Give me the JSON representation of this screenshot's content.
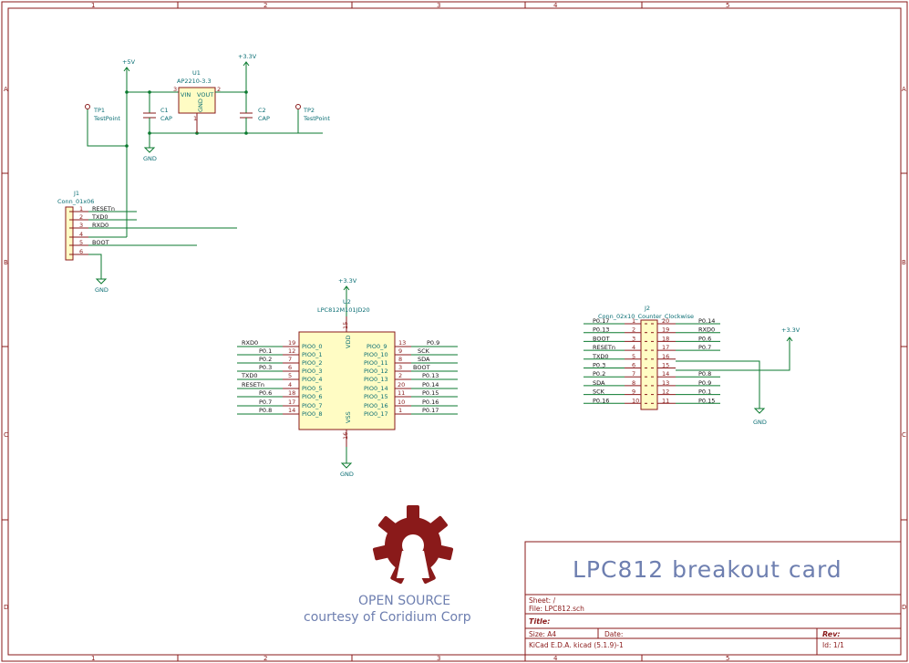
{
  "frame": {
    "col_labels": [
      "1",
      "2",
      "3",
      "4",
      "5"
    ],
    "row_labels": [
      "A",
      "B",
      "C",
      "D"
    ]
  },
  "power": {
    "p5v": "+5V",
    "p33_a": "+3.3V",
    "p33_b": "+3.3V",
    "p33_c": "+3.3V",
    "gnd_a": "GND",
    "gnd_b": "GND",
    "gnd_c": "GND",
    "gnd_d": "GND"
  },
  "u1": {
    "ref": "U1",
    "value": "AP2210-3.3",
    "pin_vin": "VIN",
    "pin_vout": "VOUT",
    "pin_gnd": "GND",
    "num_vin": "3",
    "num_vout": "2",
    "num_gnd": "1"
  },
  "caps": [
    {
      "ref": "C1",
      "value": "CAP"
    },
    {
      "ref": "C2",
      "value": "CAP"
    }
  ],
  "testpoints": [
    {
      "ref": "TP1",
      "value": "TestPoint"
    },
    {
      "ref": "TP2",
      "value": "TestPoint"
    }
  ],
  "j1": {
    "ref": "J1",
    "value": "Conn_01x06",
    "pins": [
      {
        "num": "1",
        "net": "RESETn"
      },
      {
        "num": "2",
        "net": "TXD0"
      },
      {
        "num": "3",
        "net": "RXD0"
      },
      {
        "num": "4",
        "net": ""
      },
      {
        "num": "5",
        "net": "BOOT"
      },
      {
        "num": "6",
        "net": ""
      }
    ]
  },
  "u2": {
    "ref": "U2",
    "value": "LPC812M101JD20",
    "vdd": {
      "name": "VDD",
      "num": "15"
    },
    "vss": {
      "name": "VSS",
      "num": "16"
    },
    "left_pins": [
      {
        "net": "RXD0",
        "num": "19",
        "name": "PIO0_0"
      },
      {
        "net": "P0.1",
        "num": "12",
        "name": "PIO0_1"
      },
      {
        "net": "P0.2",
        "num": "7",
        "name": "PIO0_2"
      },
      {
        "net": "P0.3",
        "num": "6",
        "name": "PIO0_3"
      },
      {
        "net": "TXD0",
        "num": "5",
        "name": "PIO0_4"
      },
      {
        "net": "RESETn",
        "num": "4",
        "name": "PIO0_5"
      },
      {
        "net": "P0.6",
        "num": "18",
        "name": "PIO0_6"
      },
      {
        "net": "P0.7",
        "num": "17",
        "name": "PIO0_7"
      },
      {
        "net": "P0.8",
        "num": "14",
        "name": "PIO0_8"
      }
    ],
    "right_pins": [
      {
        "name": "PIO0_9",
        "num": "13",
        "net": "P0.9"
      },
      {
        "name": "PIO0_10",
        "num": "9",
        "net": "SCK"
      },
      {
        "name": "PIO0_11",
        "num": "8",
        "net": "SDA"
      },
      {
        "name": "PIO0_12",
        "num": "3",
        "net": "BOOT"
      },
      {
        "name": "PIO0_13",
        "num": "2",
        "net": "P0.13"
      },
      {
        "name": "PIO0_14",
        "num": "20",
        "net": "P0.14"
      },
      {
        "name": "PIO0_15",
        "num": "11",
        "net": "P0.15"
      },
      {
        "name": "PIO0_16",
        "num": "10",
        "net": "P0.16"
      },
      {
        "name": "PIO0_17",
        "num": "1",
        "net": "P0.17"
      }
    ]
  },
  "j2": {
    "ref": "J2",
    "value": "Conn_02x10_Counter_Clockwise",
    "rows": [
      {
        "lnet": "P0.17",
        "lnum": "1",
        "rnum": "20",
        "rnet": "P0.14"
      },
      {
        "lnet": "P0.13",
        "lnum": "2",
        "rnum": "19",
        "rnet": "RXD0"
      },
      {
        "lnet": "BOOT",
        "lnum": "3",
        "rnum": "18",
        "rnet": "P0.6"
      },
      {
        "lnet": "RESETn",
        "lnum": "4",
        "rnum": "17",
        "rnet": "P0.7"
      },
      {
        "lnet": "TXD0",
        "lnum": "5",
        "rnum": "16",
        "rnet": ""
      },
      {
        "lnet": "P0.3",
        "lnum": "6",
        "rnum": "15",
        "rnet": ""
      },
      {
        "lnet": "P0.2",
        "lnum": "7",
        "rnum": "14",
        "rnet": "P0.8"
      },
      {
        "lnet": "SDA",
        "lnum": "8",
        "rnum": "13",
        "rnet": "P0.9"
      },
      {
        "lnet": "SCK",
        "lnum": "9",
        "rnum": "12",
        "rnet": "P0.1"
      },
      {
        "lnet": "P0.16",
        "lnum": "10",
        "rnum": "11",
        "rnet": "P0.15"
      }
    ]
  },
  "logo": {
    "line1": "OPEN SOURCE",
    "line2": "courtesy of Coridium Corp"
  },
  "title_block": {
    "big_title": "LPC812 breakout card",
    "sheet": "Sheet: /",
    "file": "File: LPC812.sch",
    "title_label": "Title:",
    "size": "Size: A4",
    "date": "Date:",
    "rev": "Rev:",
    "tool": "KiCad E.D.A.  kicad (5.1.9)-1",
    "id": "Id: 1/1"
  },
  "colors": {
    "border": "#8a1a1a",
    "wire": "#0b7a2f",
    "ref_text": "#0a6e74",
    "body_fill": "#fffcc4",
    "logo": "#8a1a1a",
    "title_text": "#6e7fb0"
  }
}
